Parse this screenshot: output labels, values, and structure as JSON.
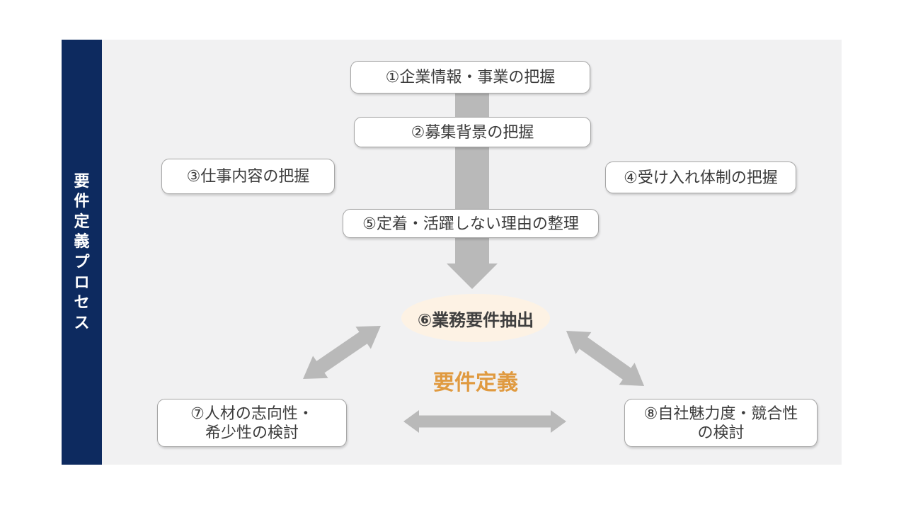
{
  "sidebar": {
    "title": "要件定義プロセス"
  },
  "flow": {
    "step1": "①企業情報・事業の把握",
    "step2": "②募集背景の把握",
    "step3": "③仕事内容の把握",
    "step4": "④受け入れ体制の把握",
    "step5": "⑤定着・活躍しない理由の整理",
    "step6": "⑥業務要件抽出",
    "step7": "⑦人材の志向性・\n希少性の検討",
    "step8": "⑧自社魅力度・競合性\nの検討",
    "center_label": "要件定義"
  },
  "colors": {
    "sidebar_navy": "#0d2a5f",
    "canvas_gray": "#f1f1f2",
    "arrow_gray": "#b9b9b9",
    "box_border_gray": "#a6a6a6",
    "ellipse_cream": "#fdf2e4",
    "accent_orange": "#e09a40",
    "box_text": "#3b3b3b"
  }
}
